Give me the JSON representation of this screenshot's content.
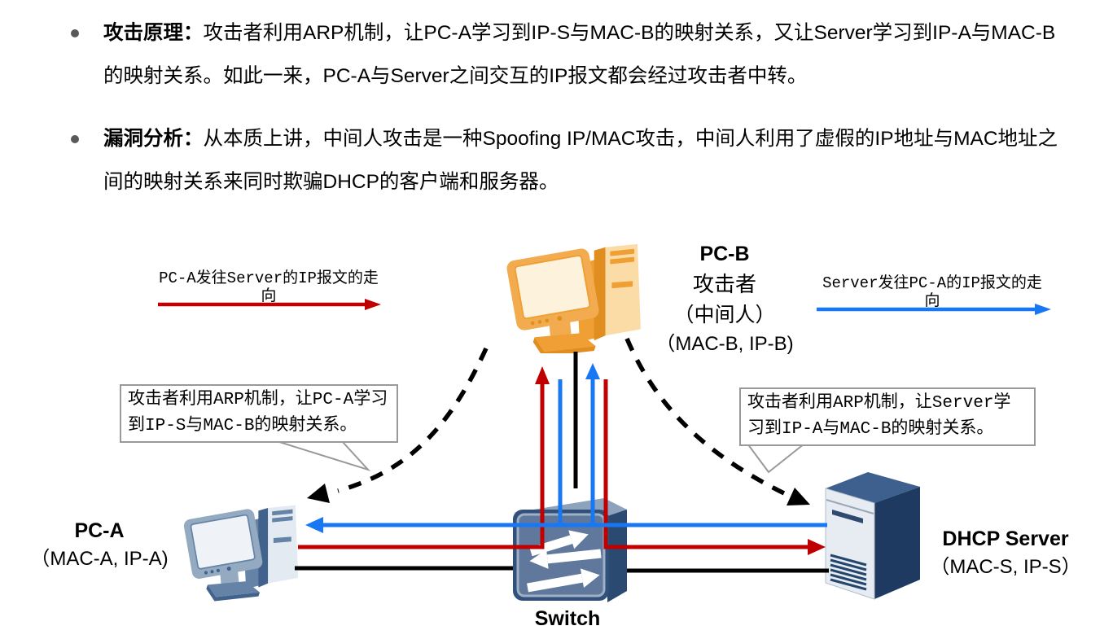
{
  "colors": {
    "red": "#C00000",
    "blue": "#1877F2",
    "line_black": "#000000",
    "callout_border": "#999999",
    "bullet_dot": "#595959"
  },
  "bullets": [
    {
      "lead": "攻击原理",
      "sep": "：",
      "body": "攻击者利用ARP机制，让PC-A学习到IP-S与MAC-B的映射关系，又让Server学习到IP-A与MAC-B的映射关系。如此一来，PC-A与Server之间交互的IP报文都会经过攻击者中转。"
    },
    {
      "lead": "漏洞分析",
      "sep": "：",
      "body": "从本质上讲，中间人攻击是一种Spoofing IP/MAC攻击，中间人利用了虚假的IP地址与MAC地址之间的映射关系来同时欺骗DHCP的客户端和服务器。"
    }
  ],
  "legend_left": {
    "line1": "PC-A发往Server的IP报文的走",
    "line2": "向",
    "color": "#C00000"
  },
  "legend_right": {
    "line1": "Server发往PC-A的IP报文的走",
    "line2": "向",
    "color": "#1877F2"
  },
  "callout_left": {
    "text": "攻击者利用ARP机制，让PC-A学习到IP-S与MAC-B的映射关系。"
  },
  "callout_right": {
    "text": "攻击者利用ARP机制，让Server学习到IP-A与MAC-B的映射关系。"
  },
  "nodes": {
    "pc_b": {
      "name": "PC-B",
      "role": "攻击者",
      "alias": "（中间人）",
      "address": "（MAC-B, IP-B)"
    },
    "pc_a": {
      "name": "PC-A",
      "address": "（MAC-A, IP-A)"
    },
    "dhcp_server": {
      "name": "DHCP Server",
      "address": "（MAC-S, IP-S）"
    },
    "switch": {
      "name": "Switch"
    }
  },
  "flows": [
    {
      "name": "pca-to-server-ip-traffic",
      "color": "#C00000",
      "path": [
        "PC-A",
        "Switch",
        "PC-B",
        "Switch",
        "DHCP Server"
      ]
    },
    {
      "name": "server-to-pca-ip-traffic",
      "color": "#1877F2",
      "path": [
        "DHCP Server",
        "Switch",
        "PC-B",
        "Switch",
        "PC-A"
      ]
    },
    {
      "name": "arp-spoof-toward-pca",
      "style": "dashed",
      "from": "PC-B",
      "to": "PC-A"
    },
    {
      "name": "arp-spoof-toward-server",
      "style": "dashed",
      "from": "PC-B",
      "to": "DHCP Server"
    },
    {
      "name": "physical-links",
      "style": "solid-black",
      "links": [
        [
          "PC-A",
          "Switch"
        ],
        [
          "Switch",
          "DHCP Server"
        ],
        [
          "PC-B",
          "Switch"
        ]
      ]
    }
  ]
}
